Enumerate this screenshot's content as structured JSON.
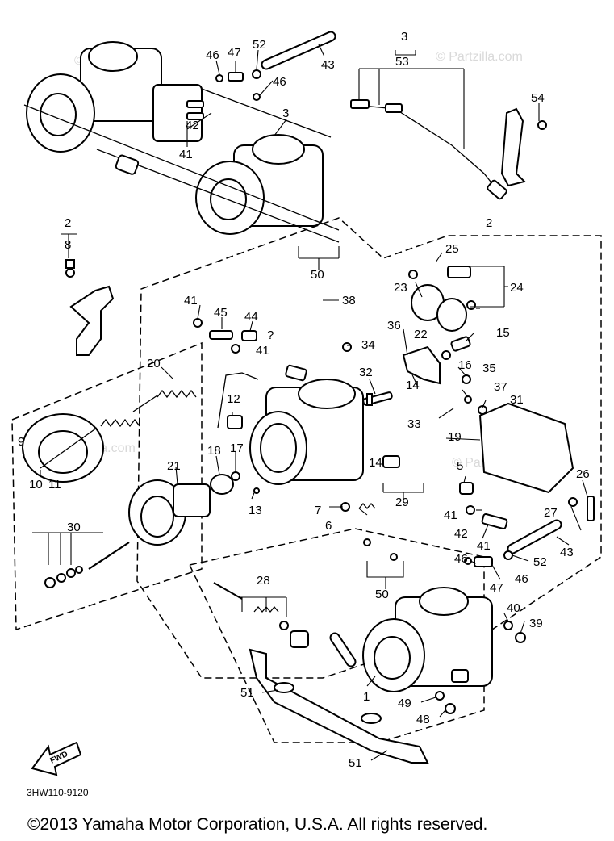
{
  "watermark": "© Partzilla.com",
  "diagram_code": "3HW110-9120",
  "copyright": "©2013  Yamaha Motor Corporation, U.S.A. All rights reserved.",
  "fwd_label": "FWD",
  "labels": {
    "l1": "1",
    "l2a": "2",
    "l2b": "2",
    "l3a": "3",
    "l3b": "3",
    "l5": "5",
    "l6": "6",
    "l7": "7",
    "l8": "8",
    "l9": "9",
    "l10": "10",
    "l11": "11",
    "l12": "12",
    "l13": "13",
    "l14": "14",
    "l14b": "14",
    "l15": "15",
    "l16": "16",
    "l17": "17",
    "l18": "18",
    "l19": "19",
    "l20": "20",
    "l21": "21",
    "l22": "22",
    "l23": "23",
    "l24": "24",
    "l25": "25",
    "l26": "26",
    "l27": "27",
    "l28": "28",
    "l29": "29",
    "l30": "30",
    "l31": "31",
    "l32": "32",
    "l33": "33",
    "l34": "34",
    "l35": "35",
    "l36": "36",
    "l37": "37",
    "l38": "38",
    "l39": "39",
    "l40": "40",
    "l41a": "41",
    "l41b": "41",
    "l41c": "41",
    "l41d": "41",
    "l41e": "41",
    "l42a": "42",
    "l42b": "42",
    "l43a": "43",
    "l43b": "43",
    "l44": "44",
    "l45": "45",
    "l46a": "46",
    "l46b": "46",
    "l46c": "46",
    "l46d": "46",
    "l47a": "47",
    "l47b": "47",
    "l48": "48",
    "l49": "49",
    "l50a": "50",
    "l50b": "50",
    "l51a": "51",
    "l51b": "51",
    "l52a": "52",
    "l52b": "52",
    "l53": "53",
    "l54": "54"
  }
}
